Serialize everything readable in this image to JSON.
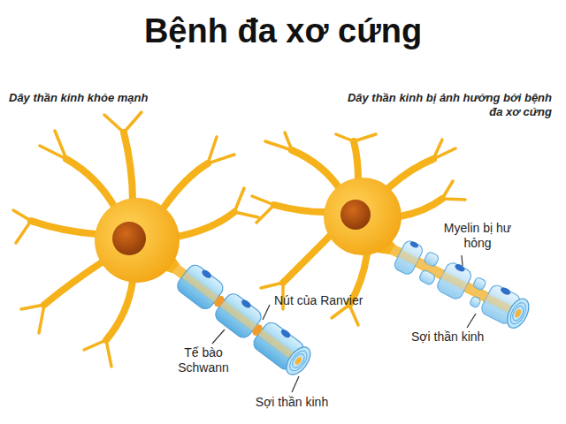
{
  "diagram": {
    "title": "Bệnh đa xơ cứng",
    "labels": [
      "Dây thần kinh khỏe mạnh",
      "Dây thần kinh bị ảnh hưởng bởi bệnh đa xơ cứng",
      "Myelin bị hư hỏng",
      "Nút của Ranvier",
      "Tế bào Schwann",
      "Sợi thần kinh",
      "Sợi thần kinh"
    ]
  }
}
